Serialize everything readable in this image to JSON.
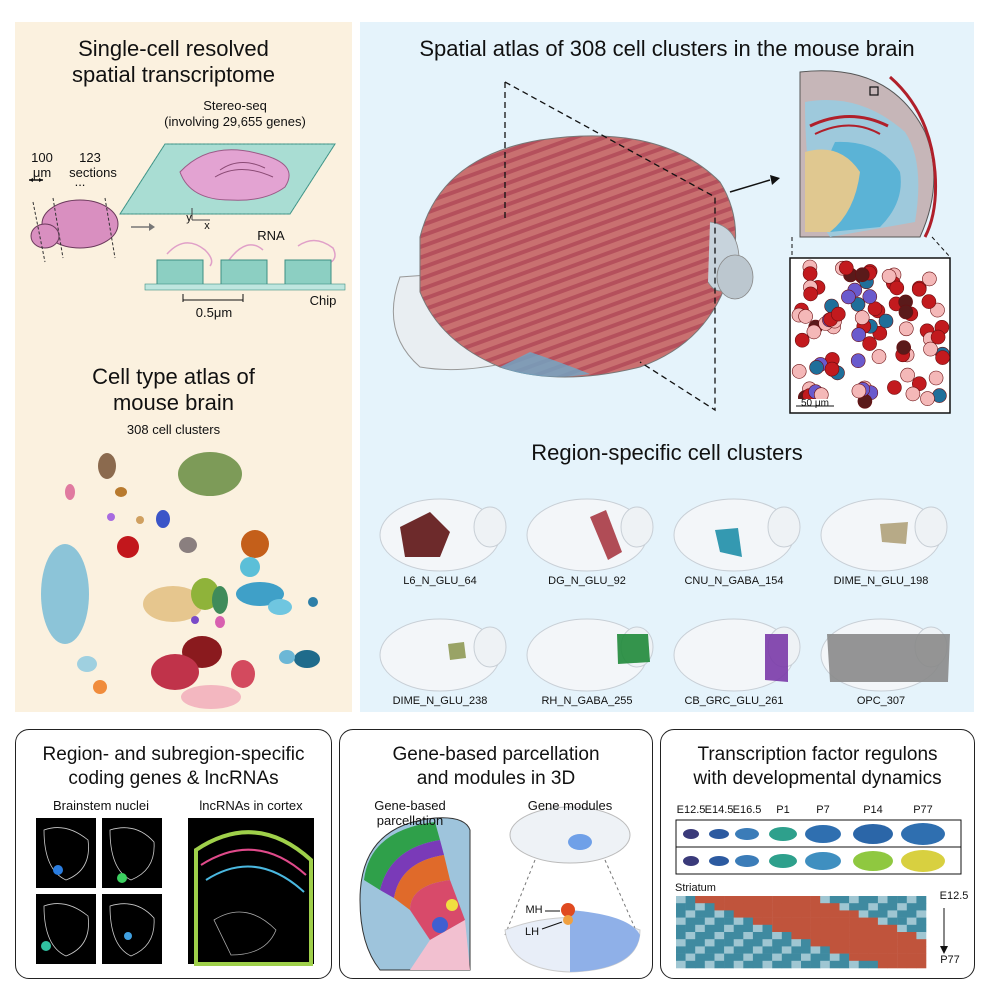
{
  "left_panel": {
    "title_line1": "Single-cell resolved",
    "title_line2": "spatial transcriptome",
    "stereo_line1": "Stereo-seq",
    "stereo_line2": "(involving 29,655 genes)",
    "spacing_value": "100",
    "spacing_unit": "μm",
    "sections_count": "123",
    "sections_label": "sections",
    "ellipsis": "...",
    "axis_x": "x",
    "axis_y": "y",
    "rna_label": "RNA",
    "scale_label": "0.5μm",
    "chip_label": "Chip",
    "atlas_title_line1": "Cell type atlas of",
    "atlas_title_line2": "mouse brain",
    "clusters_label": "308 cell clusters"
  },
  "right_panel": {
    "title": "Spatial atlas of 308 cell clusters in the mouse brain",
    "zoom_scale_label": "50 μm",
    "region_title": "Region-specific cell clusters",
    "clusters": [
      {
        "label": "L6_N_GLU_64",
        "color": "#5e1414"
      },
      {
        "label": "DG_N_GLU_92",
        "color": "#a83a44"
      },
      {
        "label": "CNU_N_GABA_154",
        "color": "#1f8fa8"
      },
      {
        "label": "DIME_N_GLU_198",
        "color": "#b0a27a"
      },
      {
        "label": "DIME_N_GLU_238",
        "color": "#8f9a55"
      },
      {
        "label": "RH_N_GABA_255",
        "color": "#1f8a3a"
      },
      {
        "label": "CB_GRC_GLU_261",
        "color": "#7a3aa8"
      },
      {
        "label": "OPC_307",
        "color": "#8a8a8a"
      }
    ]
  },
  "bottom_panels": {
    "coding": {
      "title_line1": "Region- and subregion-specific",
      "title_line2": "coding genes & lncRNAs",
      "brainstem_label": "Brainstem nuclei",
      "lncrna_label": "lncRNAs in cortex"
    },
    "parcellation": {
      "title_line1": "Gene-based parcellation",
      "title_line2": "and modules in 3D",
      "sub_left_line1": "Gene-based",
      "sub_left_line2": "parcellation",
      "sub_right": "Gene modules",
      "mh_label": "MH",
      "lh_label": "LH"
    },
    "regulons": {
      "title_line1": "Transcription factor regulons",
      "title_line2": "with developmental dynamics",
      "stages": [
        "E12.5",
        "E14.5",
        "E16.5",
        "P1",
        "P7",
        "P14",
        "P77"
      ],
      "striatum_label": "Striatum",
      "heatmap_top": "E12.5",
      "heatmap_bottom": "P77"
    }
  },
  "colors": {
    "left_bg": "#fbf1df",
    "right_bg": "#e5f3fb",
    "brain_pink": "#d98fc0",
    "chip_teal": "#4fa99a",
    "heat_red": "#c0543c",
    "heat_teal": "#3f8aa0"
  }
}
